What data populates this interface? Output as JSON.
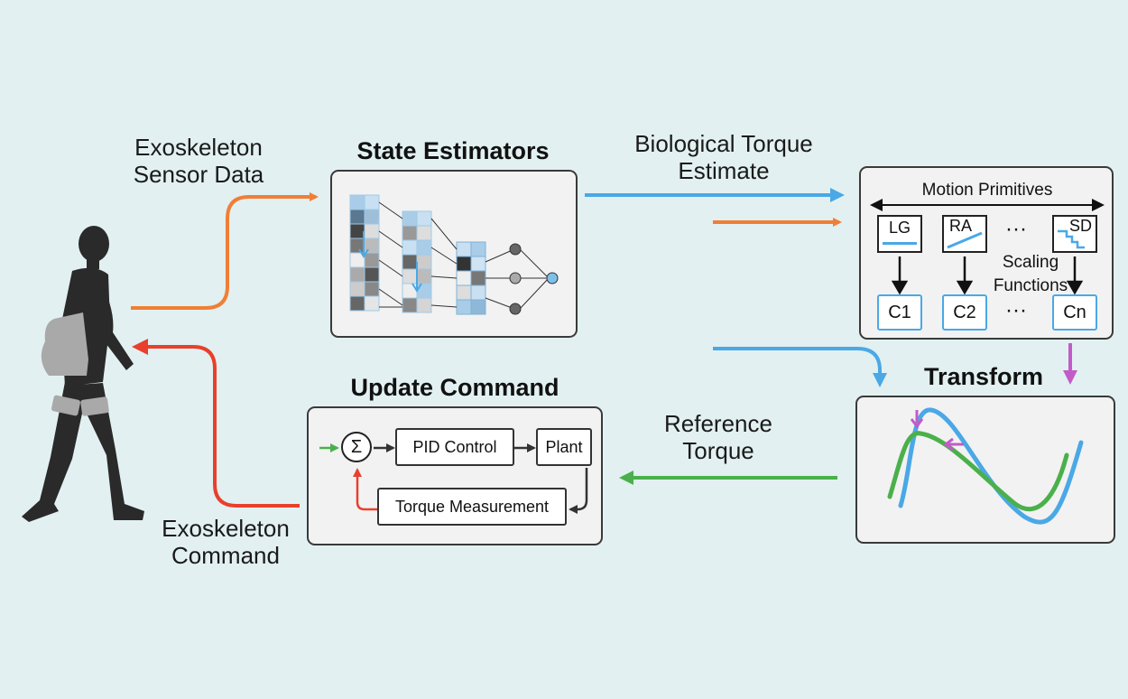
{
  "labels": {
    "sensor_data": [
      "Exoskeleton",
      "Sensor Data"
    ],
    "torque_estimate": [
      "Biological Torque",
      "Estimate"
    ],
    "reference_torque": [
      "Reference",
      "Torque"
    ],
    "exo_command": [
      "Exoskeleton",
      "Command"
    ]
  },
  "titles": {
    "state_estimators": "State Estimators",
    "update_command": "Update Command",
    "transform": "Transform"
  },
  "motion_panel": {
    "header": "Motion Primitives",
    "primitives": [
      "LG",
      "RA",
      "SD"
    ],
    "ellipsis": "···",
    "scaling": [
      "Scaling",
      "Functions"
    ],
    "coefficients": [
      "C1",
      "C2",
      "Cn"
    ]
  },
  "control_loop": {
    "sum_symbol": "Σ",
    "pid": "PID Control",
    "plant": "Plant",
    "measurement": "Torque Measurement"
  },
  "colors": {
    "orange": "#f07f35",
    "blue": "#4aa8e6",
    "red": "#e8402c",
    "green": "#4bb04b",
    "magenta": "#c25bc9",
    "background": "#e2f0f1"
  }
}
